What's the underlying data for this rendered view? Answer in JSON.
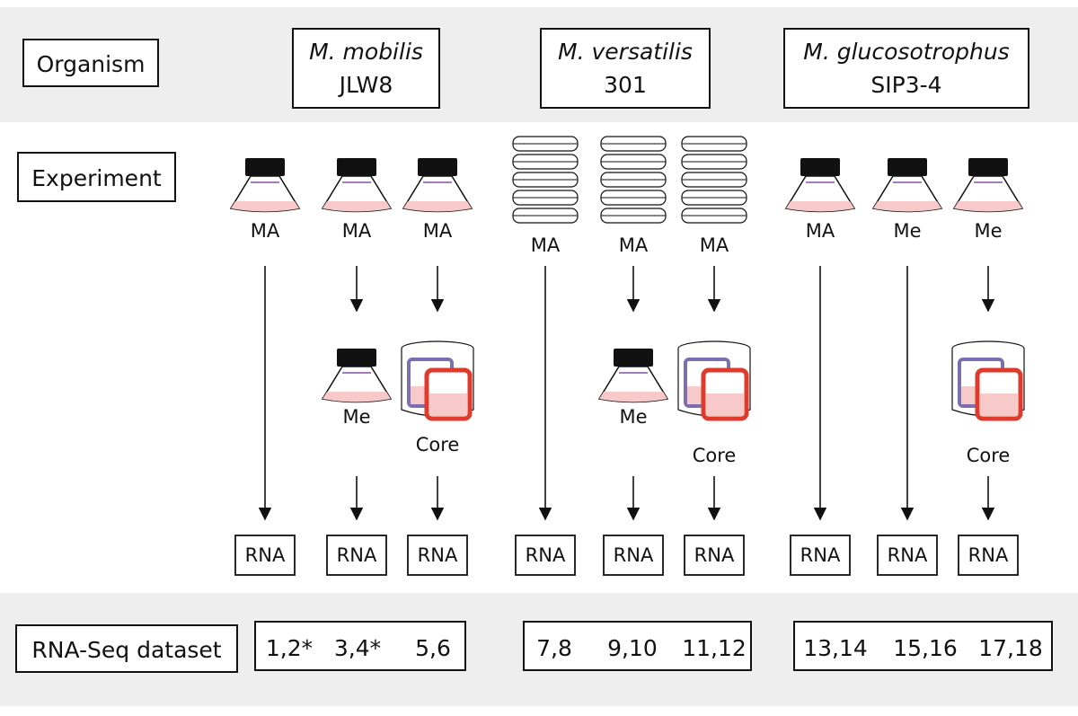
{
  "row_labels": {
    "organism": "Organism",
    "experiment": "Experiment",
    "dataset": "RNA-Seq dataset"
  },
  "organisms": [
    {
      "species": "M. mobilis",
      "strain": "JLW8"
    },
    {
      "species": "M. versatilis",
      "strain": "301"
    },
    {
      "species": "M. glucosotrophus",
      "strain": "SIP3-4"
    }
  ],
  "columns": [
    {
      "vessel": "flask",
      "label": "MA",
      "second_vessel": null,
      "second_label": "",
      "output": "RNA"
    },
    {
      "vessel": "flask",
      "label": "MA",
      "second_vessel": "flask",
      "second_label": "Me",
      "output": "RNA"
    },
    {
      "vessel": "flask",
      "label": "MA",
      "second_vessel": "core",
      "second_label": "Core",
      "output": "RNA"
    },
    {
      "vessel": "plates",
      "label": "MA",
      "second_vessel": null,
      "second_label": "",
      "output": "RNA"
    },
    {
      "vessel": "plates",
      "label": "MA",
      "second_vessel": "flask",
      "second_label": "Me",
      "output": "RNA"
    },
    {
      "vessel": "plates",
      "label": "MA",
      "second_vessel": "core",
      "second_label": "Core",
      "output": "RNA"
    },
    {
      "vessel": "flask",
      "label": "MA",
      "second_vessel": null,
      "second_label": "",
      "output": "RNA"
    },
    {
      "vessel": "flask",
      "label": "Me",
      "second_vessel": null,
      "second_label": "",
      "output": "RNA"
    },
    {
      "vessel": "flask",
      "label": "Me",
      "second_vessel": "core",
      "second_label": "Core",
      "output": "RNA"
    }
  ],
  "datasets": [
    [
      "1,2*",
      "3,4*",
      "5,6"
    ],
    [
      "7,8",
      "9,10",
      "11,12"
    ],
    [
      "13,14",
      "15,16",
      "17,18"
    ]
  ],
  "colors": {
    "band": "#eeeeee",
    "cap": "#111111",
    "medium": "#f7c9c9",
    "core_outer": "#e03a2c",
    "core_inner_border": "#7a6fb0"
  }
}
